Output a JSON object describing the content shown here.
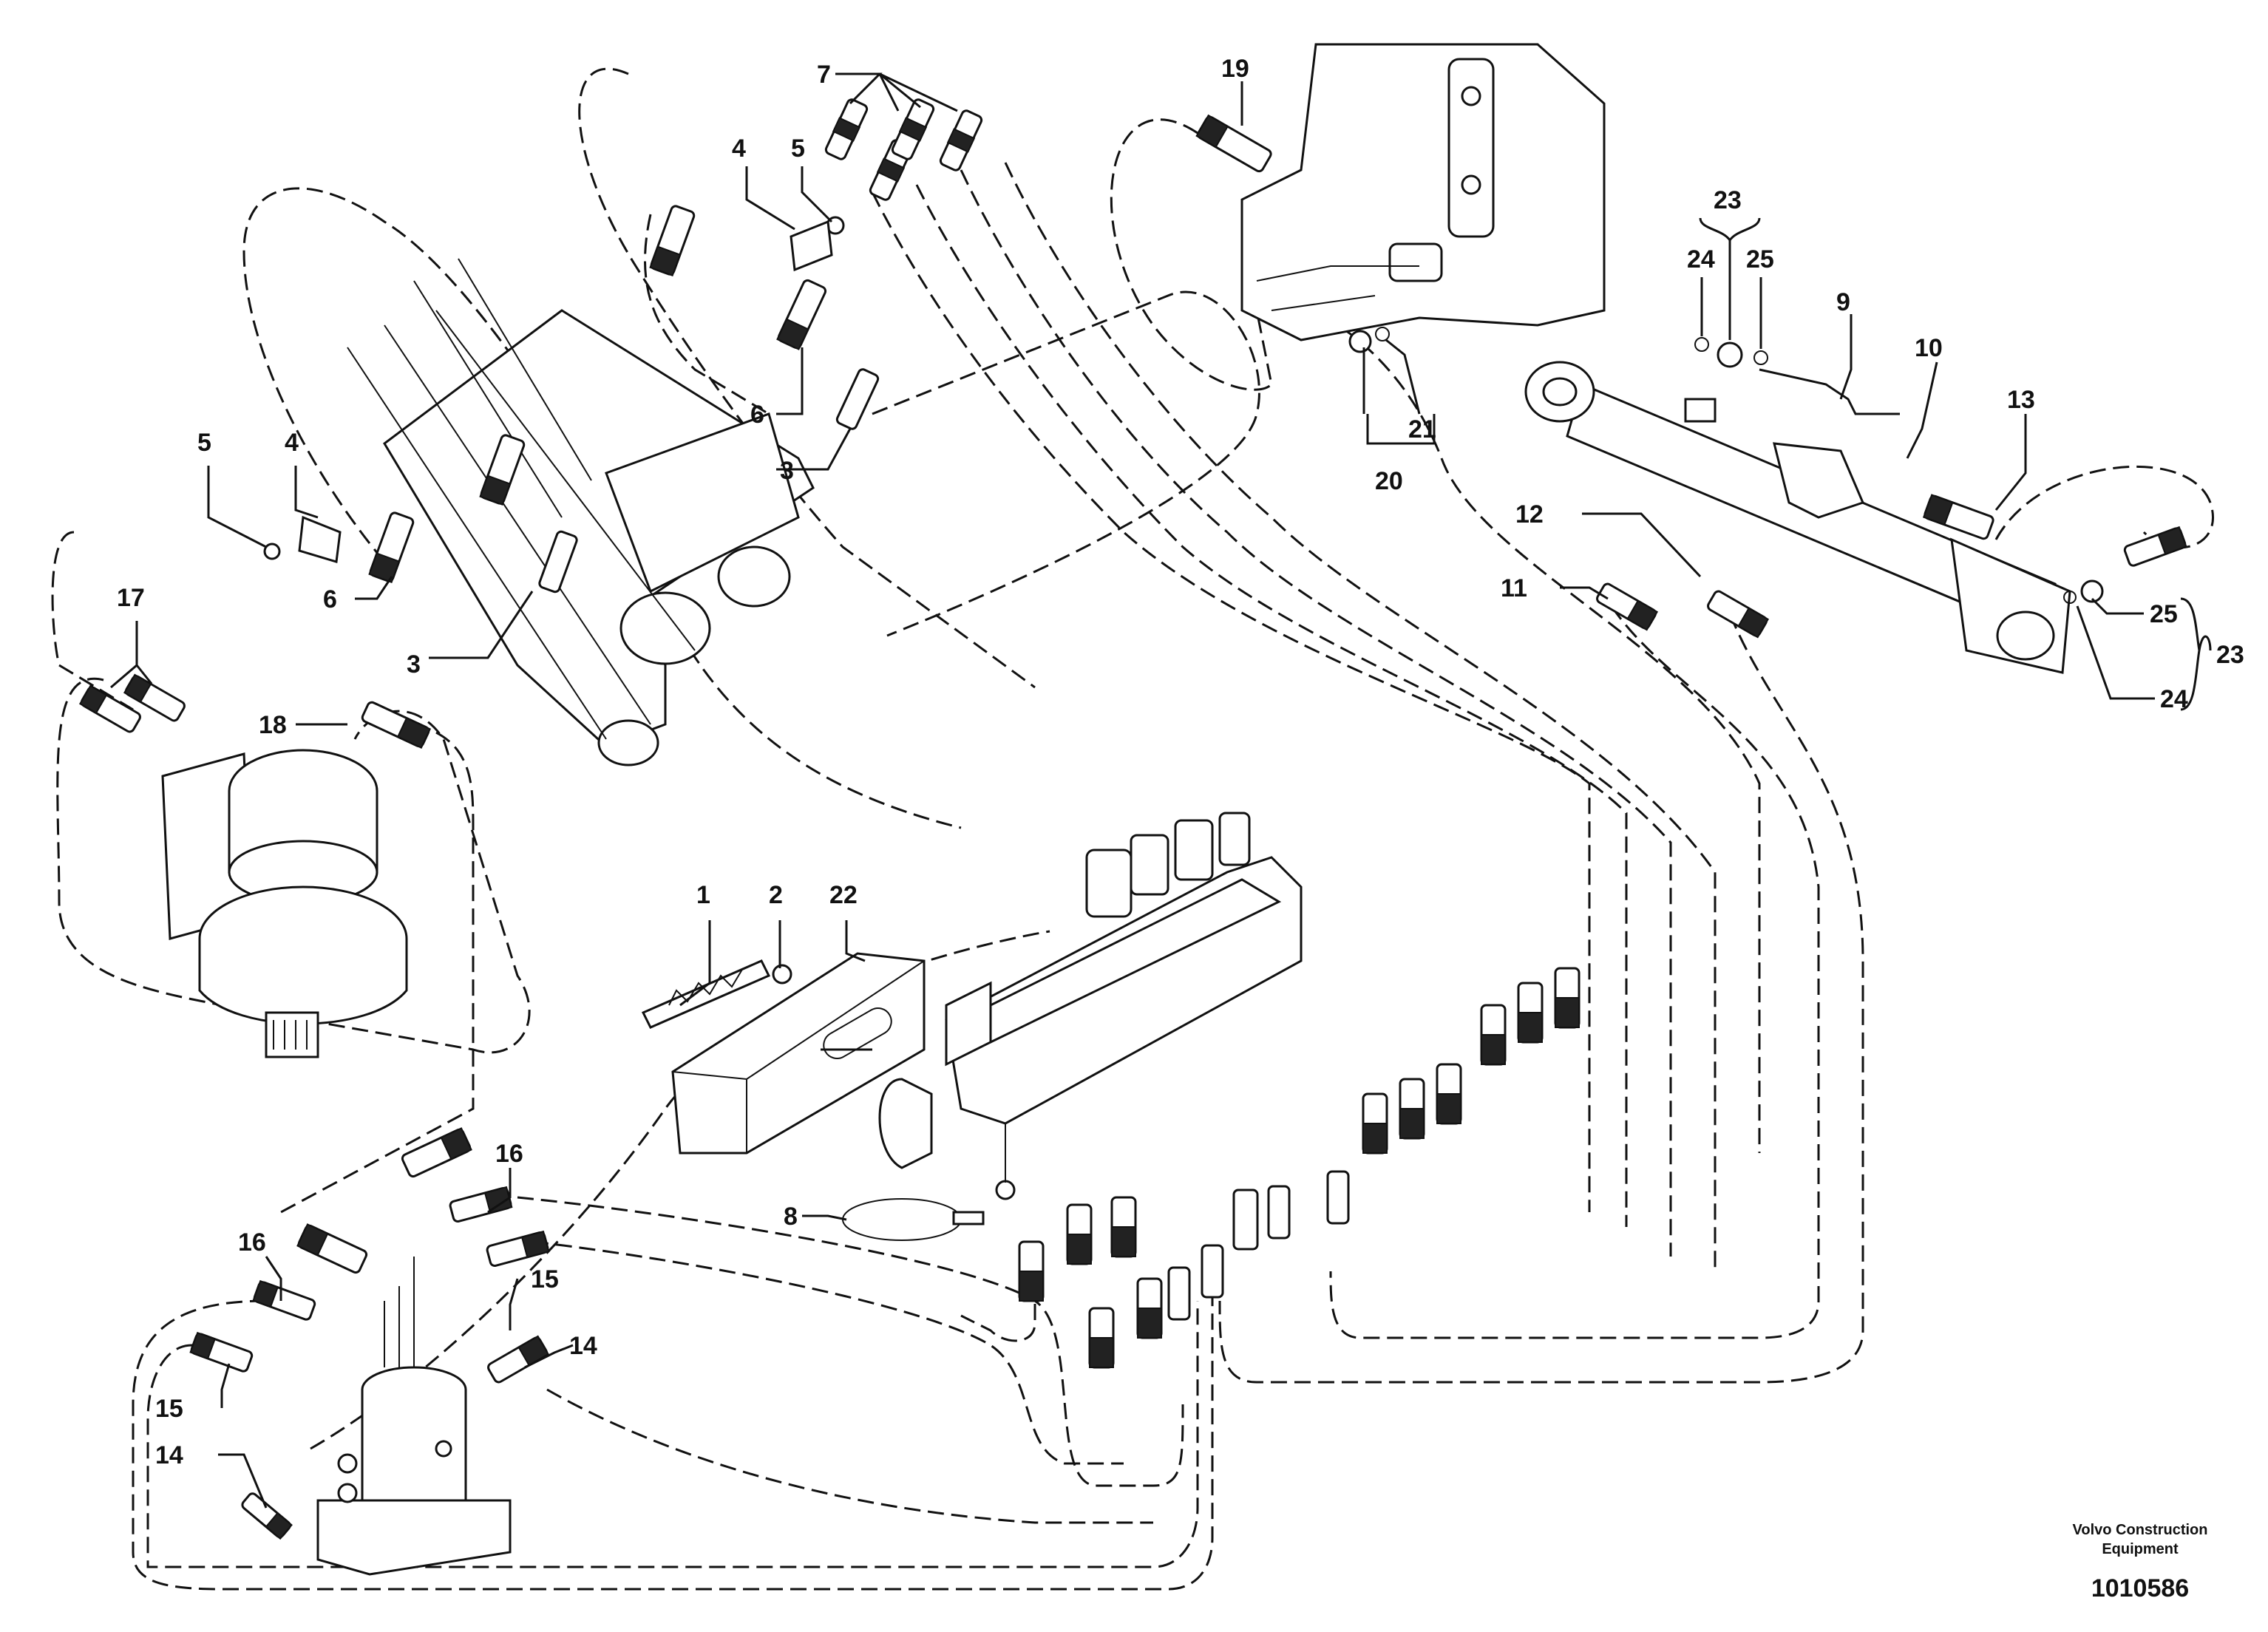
{
  "diagram": {
    "callouts": [
      "1",
      "2",
      "3",
      "3",
      "4",
      "4",
      "5",
      "5",
      "6",
      "6",
      "7",
      "8",
      "9",
      "10",
      "11",
      "12",
      "13",
      "14",
      "14",
      "15",
      "15",
      "16",
      "16",
      "17",
      "18",
      "19",
      "20",
      "21",
      "22",
      "23",
      "23",
      "24",
      "24",
      "25",
      "25"
    ],
    "brand_line1": "Volvo Construction",
    "brand_line2": "Equipment",
    "document_number": "1010586"
  },
  "colors": {
    "line": "#111111",
    "background": "#ffffff"
  }
}
